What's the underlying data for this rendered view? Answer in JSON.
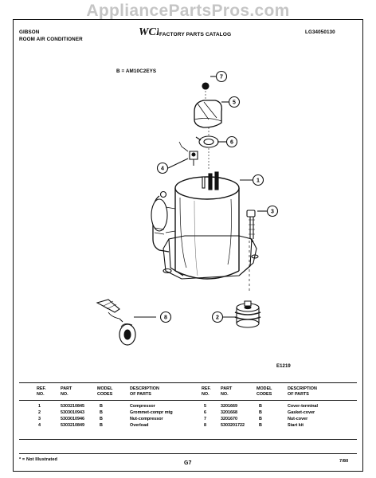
{
  "watermark": "AppliancePartsPros.com",
  "header": {
    "brand": "GIBSON",
    "product": "ROOM AIR CONDITIONER",
    "logo_text": "WCI",
    "catalog_title": "FACTORY PARTS CATALOG",
    "doc_number": "LG34050130"
  },
  "model_line": "B = AM10C2EYS",
  "diagram": {
    "figure_id": "E1219",
    "callouts": [
      "1",
      "2",
      "3",
      "4",
      "5",
      "6",
      "7",
      "8"
    ]
  },
  "parts_table": {
    "headers": {
      "ref_no": [
        "REF.",
        "NO."
      ],
      "part_no": [
        "PART",
        "NO."
      ],
      "model_codes": [
        "MODEL",
        "CODES"
      ],
      "description": [
        "DESCRIPTION",
        "OF PARTS"
      ]
    },
    "left": [
      {
        "ref": "1",
        "part": "5303210845",
        "code": "B",
        "desc": "Compressor"
      },
      {
        "ref": "2",
        "part": "5303010943",
        "code": "B",
        "desc": "Grommet-compr mtg"
      },
      {
        "ref": "3",
        "part": "5303010946",
        "code": "B",
        "desc": "Nut-compressor"
      },
      {
        "ref": "4",
        "part": "5303210849",
        "code": "B",
        "desc": "Overload"
      }
    ],
    "right": [
      {
        "ref": "5",
        "part": "3201669",
        "code": "B",
        "desc": "Cover-terminal"
      },
      {
        "ref": "6",
        "part": "3201668",
        "code": "B",
        "desc": "Gasket-cover"
      },
      {
        "ref": "7",
        "part": "3201670",
        "code": "B",
        "desc": "Nut-cover"
      },
      {
        "ref": "8",
        "part": "5303201722",
        "code": "B",
        "desc": "Start kit"
      }
    ]
  },
  "footer": {
    "footnote": "* = Not Illustrated",
    "page": "G7",
    "date": "7/80"
  }
}
